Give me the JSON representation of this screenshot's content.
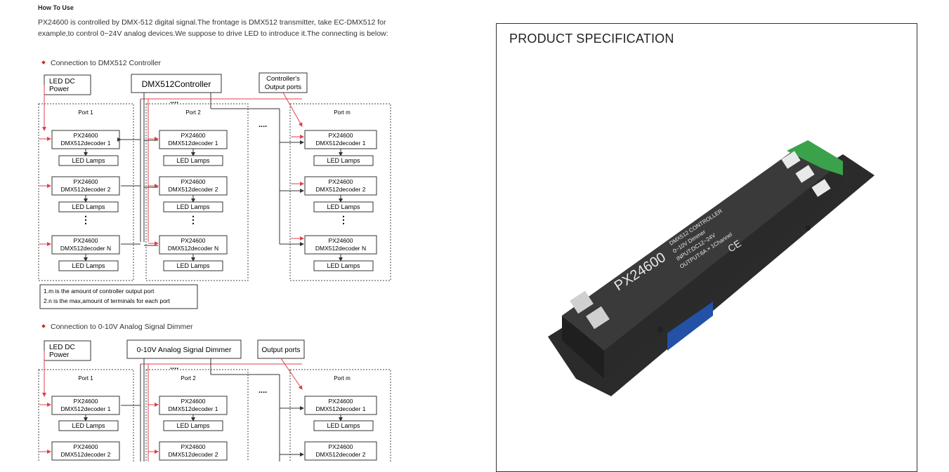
{
  "howto": {
    "title": "How To Use",
    "paragraph": "PX24600 is controlled by DMX-512 digital signal.The frontage is DMX512 transmitter, take EC-DMX512 for example,to control 0~24V analog devices.We suppose to drive LED to introduce it.The connecting is below:"
  },
  "diagram1": {
    "bullet": "Connection to DMX512 Controller",
    "power_l1": "LED DC",
    "power_l2": "Power",
    "controller": "DMX512Controller",
    "output_l1": "Controller's",
    "output_l2": "Output ports",
    "port1": "Port 1",
    "port2": "Port 2",
    "portm": "Port m",
    "dots": "....",
    "model": "PX24600",
    "decoder1": "DMX512decoder 1",
    "decoder2": "DMX512decoder 2",
    "decoderN": "DMX512decoder N",
    "lamps": "LED  Lamps",
    "note1": "1.m is the amount of controller output port",
    "note2": "2.n is the max,amount of terminals for each port"
  },
  "diagram2": {
    "bullet": "Connection to 0-10V Analog Signal Dimmer",
    "power_l1": "LED DC",
    "power_l2": "Power",
    "controller": "0-10V Analog Signal Dimmer",
    "output": "Output ports",
    "port1": "Port 1",
    "port2": "Port 2",
    "portm": "Port m",
    "dots": "....",
    "model": "PX24600",
    "decoder1": "DMX512decoder 1",
    "decoder2": "DMX512decoder 2",
    "lamps": "LED  Lamps"
  },
  "spec": {
    "title": "PRODUCT SPECIFICATION",
    "device_model": "PX24600",
    "label_l1": "DMX512 CONTROLLER",
    "label_l2": "0~10V Dimmer",
    "label_l3": "INPUT:DC12~24V",
    "label_l4": "OUTPUT:6A × 1Channel",
    "ce": "CE"
  }
}
